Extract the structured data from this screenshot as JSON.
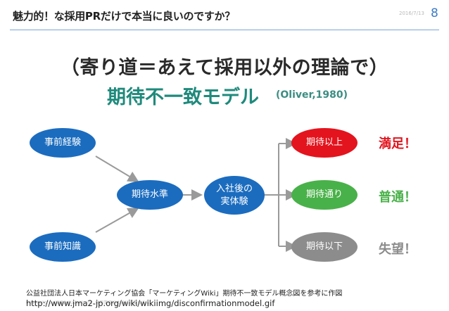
{
  "header": {
    "title": "魅力的！な採用PRだけで本当に良いのですか？",
    "date": "2016/7/13",
    "page_number": "8"
  },
  "slide": {
    "heading": "（寄り道＝あえて採用以外の理論で）",
    "model_title": "期待不一致モデル",
    "model_citation": "(Oliver,1980)"
  },
  "diagram": {
    "nodes": {
      "prior_experience": "事前経験",
      "prior_knowledge": "事前知識",
      "expectation_level": "期待水準",
      "post_entry_line1": "入社後の",
      "post_entry_line2": "実体験",
      "above": "期待以上",
      "as_expected": "期待通り",
      "below": "期待以下"
    },
    "outcomes": {
      "satisfied": "満足！",
      "normal": "普通！",
      "disappointed": "失望！"
    },
    "colors": {
      "blue": "#1b6cbf",
      "red": "#e3141d",
      "green": "#49b149",
      "gray": "#8c8c8c",
      "teal": "#1f8a7c"
    }
  },
  "footer": {
    "note": "公益社団法人日本マーケティング協会「マーケティングWiki」期待不一致モデル概念図を参考に作図",
    "url": "http://www.jma2-jp.org/wiki/wikiimg/disconfirmationmodel.gif",
    "faint_text": "Copyright © KEIZO SUZUKI, Inc.   採用業務に本当に必要なこと"
  }
}
